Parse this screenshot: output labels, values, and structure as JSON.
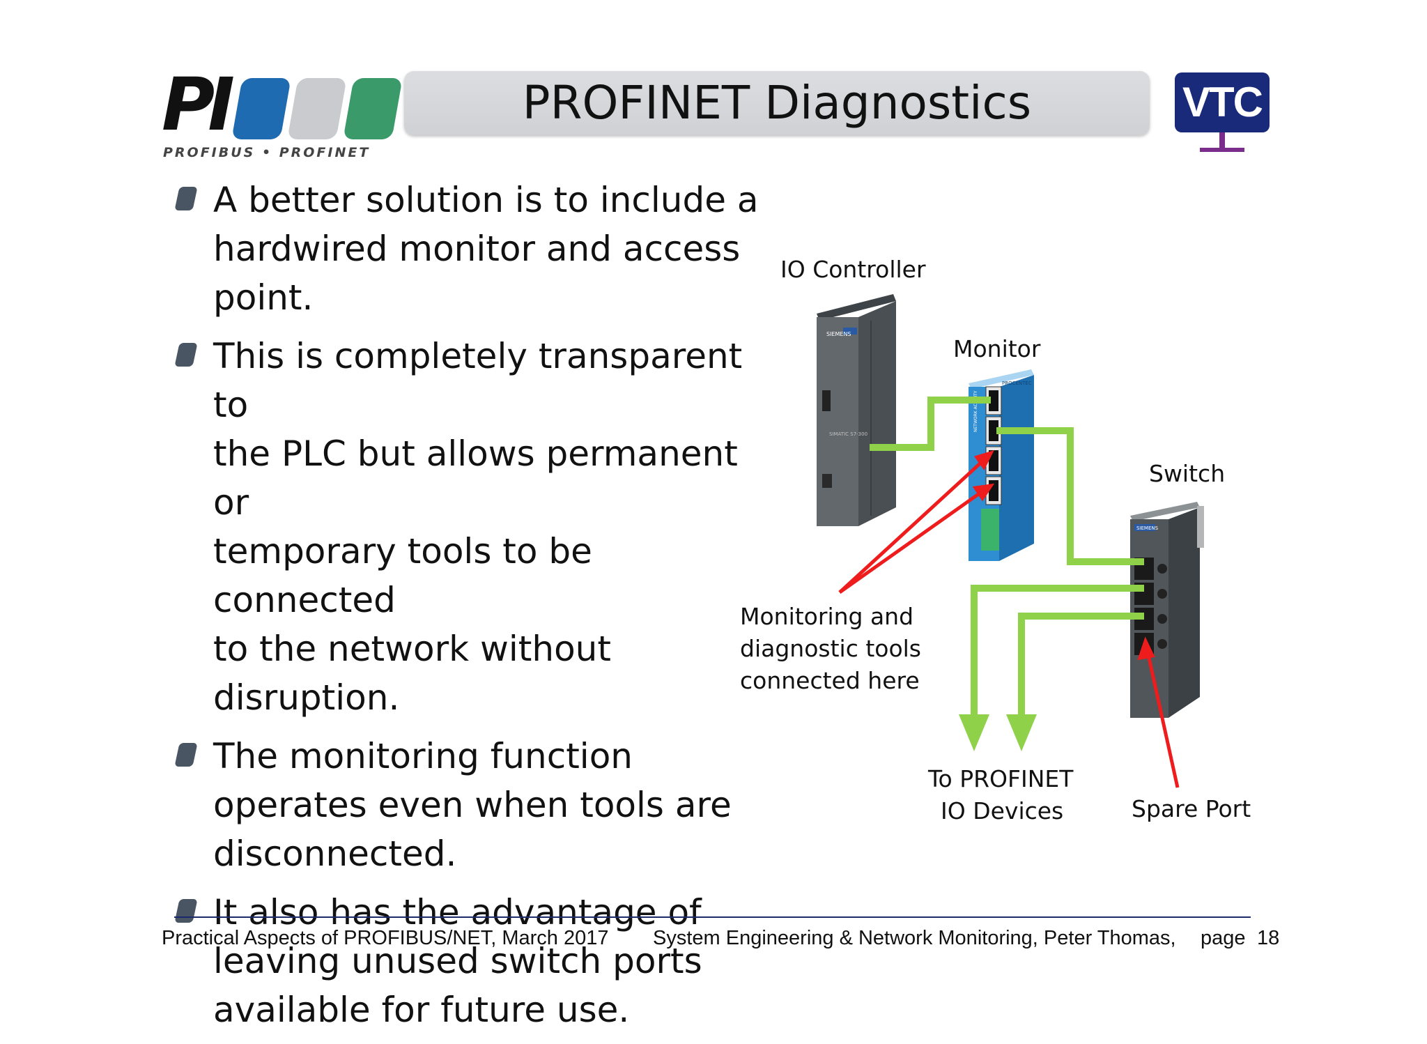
{
  "header": {
    "title": "PROFINET Diagnostics",
    "pi_logo": {
      "wordmark": "PI",
      "tagline": "PROFIBUS • PROFINET",
      "colors": [
        "#1f6bb2",
        "#c9cbce",
        "#3b9a6a"
      ]
    },
    "vtc_logo": {
      "text": "VTC",
      "color": "#1a2a7a",
      "stand_color": "#7a2d8a"
    }
  },
  "bullets": [
    {
      "text": "A better solution is to include a\nhardwired monitor and access\npoint."
    },
    {
      "text": "This is completely transparent to\nthe PLC but allows permanent or\ntemporary tools to be connected\nto the network without\ndisruption."
    },
    {
      "text": "The monitoring function\noperates even when tools are\ndisconnected."
    },
    {
      "text": "It also has the advantage of\nleaving unused switch ports\navailable for future use."
    }
  ],
  "diagram": {
    "labels": {
      "io_controller": "IO Controller",
      "monitor": "Monitor",
      "switch": "Switch",
      "tools_line1": "Monitoring and",
      "tools_line2": "diagnostic tools",
      "tools_line3": "connected here",
      "devices_line1": "To PROFINET",
      "devices_line2": "IO Devices",
      "spare_port": "Spare Port"
    },
    "device_texts": {
      "plc_brand": "SIEMENS",
      "plc_model": "SIMATIC S7-300",
      "monitor_brand": "PROCENTEC",
      "monitor_label": "NETWORK ACTIVITY",
      "switch_brand": "SIEMENS"
    },
    "colors": {
      "cable": "#8fd24a",
      "arrow": "#ee1c1c",
      "monitor_body": "#2f8ed1",
      "plc_body": "#5b6064",
      "switch_body": "#4d5256"
    }
  },
  "footer": {
    "left": "Practical Aspects of PROFIBUS/NET, March 2017",
    "center": "System Engineering & Network Monitoring,  Peter Thomas,",
    "page_label": "page",
    "page_number": "18"
  }
}
